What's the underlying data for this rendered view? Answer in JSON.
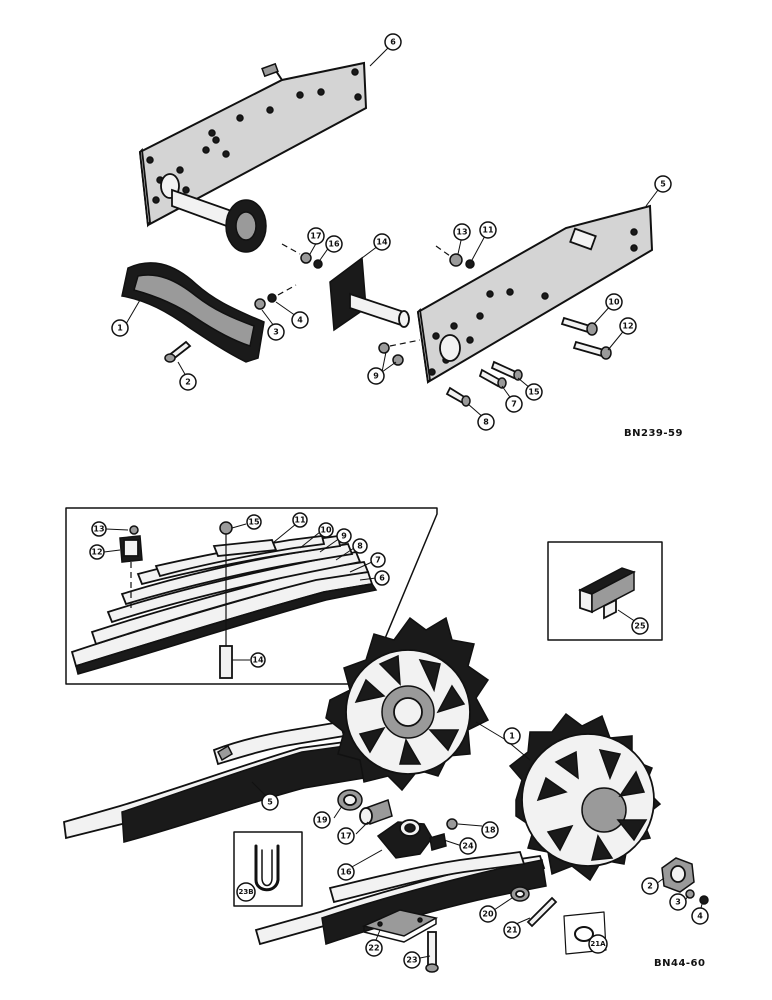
{
  "figures": [
    {
      "code": "BN239-59",
      "callouts": {
        "top_plate": "6",
        "right_plate": "5",
        "guide": "1",
        "guide_bolt": "2",
        "lock_washer_a": "3",
        "nut_a": "4",
        "nut_17": "17",
        "washer_16": "16",
        "shaft_flange": "14",
        "nut_13": "13",
        "washer_11": "11",
        "bolt_10": "10",
        "bolt_12": "12",
        "nuts_9": "9",
        "bolt_15": "15",
        "bolt_7": "7",
        "bolt_8": "8"
      }
    },
    {
      "code": "BN44-60",
      "callouts": {
        "clip_bolt": "13",
        "clip": "12",
        "center_nut": "15",
        "leaf_11": "11",
        "leaf_10": "10",
        "leaf_9": "9",
        "leaf_8": "8",
        "leaf_7": "7",
        "leaf_6": "6",
        "center_bolt": "14",
        "block": "25",
        "sprocket": "1",
        "spring_assembly": "5",
        "bushing_19": "19",
        "bushing_17": "17",
        "bracket_18": "18",
        "bracket_16": "16",
        "fitting_24": "24",
        "u_bolt": "23B",
        "washer_20": "20",
        "pin_21": "21",
        "snap_ring": "21A",
        "spring_seat": "22",
        "bolt_23": "23",
        "hub_nut": "2",
        "washer_3": "3",
        "fitting_4": "4"
      }
    }
  ]
}
